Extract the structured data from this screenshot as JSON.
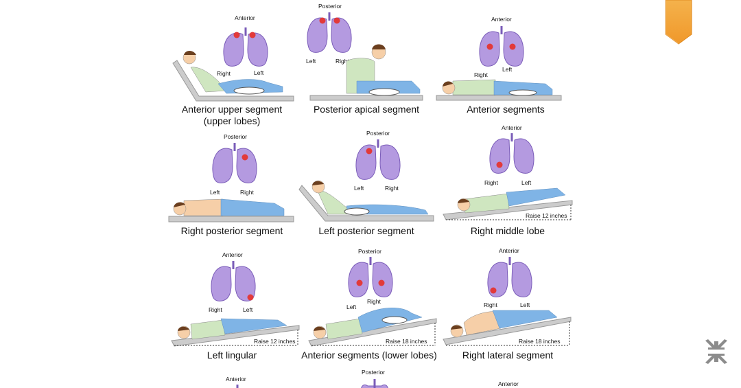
{
  "figures": [
    {
      "caption": "Anterior upper segment",
      "caption_sub": "(upper lobes)",
      "view": "Anterior",
      "left": "Left",
      "right": "Right"
    },
    {
      "caption": "Posterior apical segment",
      "view": "Posterior",
      "left": "Left",
      "right": "Right"
    },
    {
      "caption": "Anterior segments",
      "view": "Anterior",
      "left": "Left",
      "right": "Right"
    },
    {
      "caption": "Right posterior segment",
      "view": "Posterior",
      "left": "Left",
      "right": "Right"
    },
    {
      "caption": "Left posterior segment",
      "view": "Posterior",
      "left": "Left",
      "right": "Right"
    },
    {
      "caption": "Right middle lobe",
      "view": "Anterior",
      "left": "Left",
      "right": "Right",
      "raise": "Raise 12 inches"
    },
    {
      "caption": "Left lingular",
      "view": "Anterior",
      "left": "Left",
      "right": "Right",
      "raise": "Raise 12 inches"
    },
    {
      "caption": "Anterior segments (lower lobes)",
      "view": "Posterior",
      "left": "Left",
      "right": "Right",
      "raise": "Raise 18 inches"
    },
    {
      "caption": "Right lateral segment",
      "view": "Anterior",
      "left": "Left",
      "right": "Right",
      "raise": "Raise 18 inches"
    }
  ],
  "partial_row": [
    "Anterior",
    "Posterior",
    "Anterior"
  ],
  "icons": {
    "bookmark": "bookmark-icon",
    "collapse": "collapse-fullscreen-icon"
  },
  "colors": {
    "lung": "#b49ae0",
    "lung_stroke": "#7a5cb8",
    "spot": "#e23a3a",
    "shirt": "#cfe6c0",
    "pants": "#7fb4e6",
    "skin": "#f6cfa8",
    "hair": "#6b3f1f",
    "table": "#cccccc",
    "bookmark": "#f7a33a"
  }
}
